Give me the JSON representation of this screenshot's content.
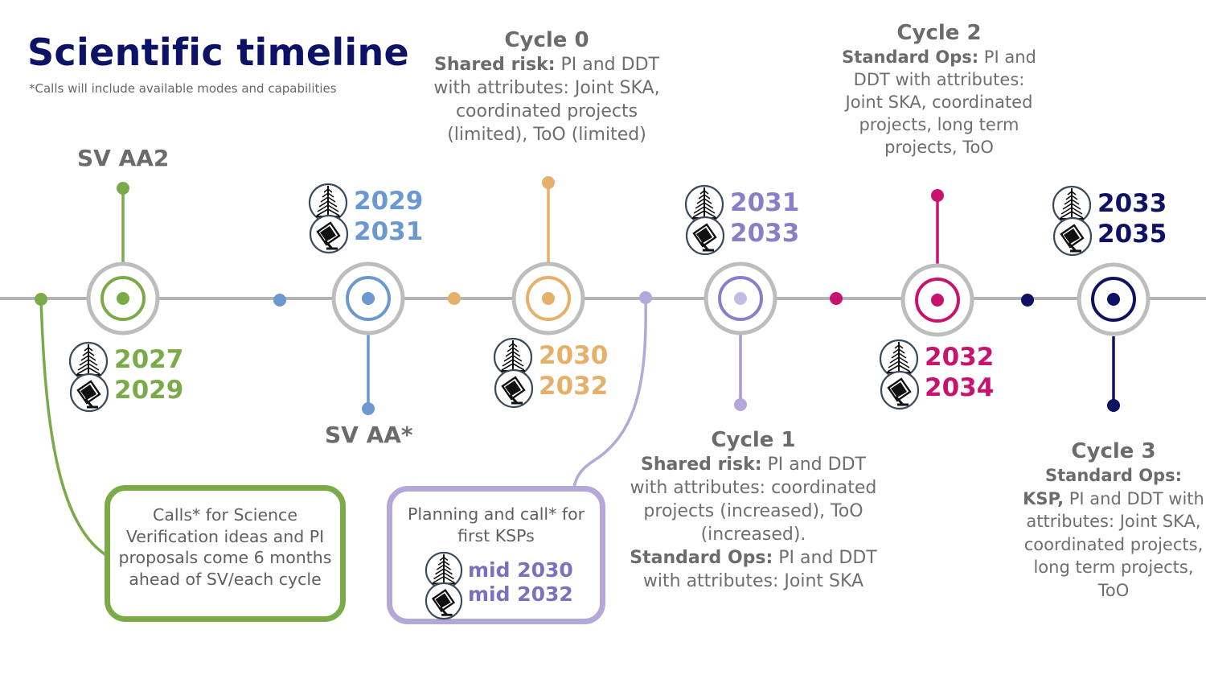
{
  "header": {
    "title": "Scientific timeline",
    "footnote": "*Calls will include available modes and capabilities"
  },
  "colors": {
    "axis": "#b4b4b4",
    "ring": "#bdbdbd",
    "sv_aa2": "#7bab49",
    "sv_aastar": "#6a98cf",
    "cycle0": "#e5b06a",
    "cycle1": "#a99bd2",
    "cycle2": "#c8136e",
    "cycle3": "#0f1262",
    "purple_text": "#7c6fbb",
    "title": "#0c1266"
  },
  "icons": {
    "low": "ska-low-antenna-icon",
    "mid": "ska-mid-dish-icon"
  },
  "milestones": {
    "sv_aa2": {
      "label": "SV AA2",
      "low_year": "2027",
      "mid_year": "2029"
    },
    "sv_aastar": {
      "label": "SV AA*",
      "low_year": "2029",
      "mid_year": "2031"
    },
    "cycle0": {
      "label": "Cycle 0",
      "lead": "Shared risk:",
      "text": " PI and DDT with attributes: Joint SKA, coordinated projects (limited), ToO (limited)",
      "low_year": "2030",
      "mid_year": "2032"
    },
    "cycle1": {
      "label": "Cycle 1",
      "lead1": "Shared risk:",
      "text1": " PI and DDT with attributes: coordinated projects (increased), ToO (increased).",
      "lead2": "Standard Ops:",
      "text2": " PI and DDT with attributes: Joint SKA",
      "low_year": "2031",
      "mid_year": "2033"
    },
    "cycle2": {
      "label": "Cycle 2",
      "lead": "Standard Ops:",
      "text": " PI and DDT with attributes: Joint SKA, coordinated projects, long term projects, ToO",
      "low_year": "2032",
      "mid_year": "2034"
    },
    "cycle3": {
      "label": "Cycle 3",
      "lead1": "Standard Ops:",
      "lead2": "KSP,",
      "text": " PI and  DDT with attributes: Joint SKA, coordinated projects, long term projects, ToO",
      "low_year": "2033",
      "mid_year": "2035"
    }
  },
  "notes": {
    "calls": "Calls* for Science Verification ideas and PI proposals come 6 months ahead of SV/each cycle",
    "ksp": "Planning and call* for first KSPs",
    "ksp_low": "mid 2030",
    "ksp_mid": "mid 2032"
  }
}
